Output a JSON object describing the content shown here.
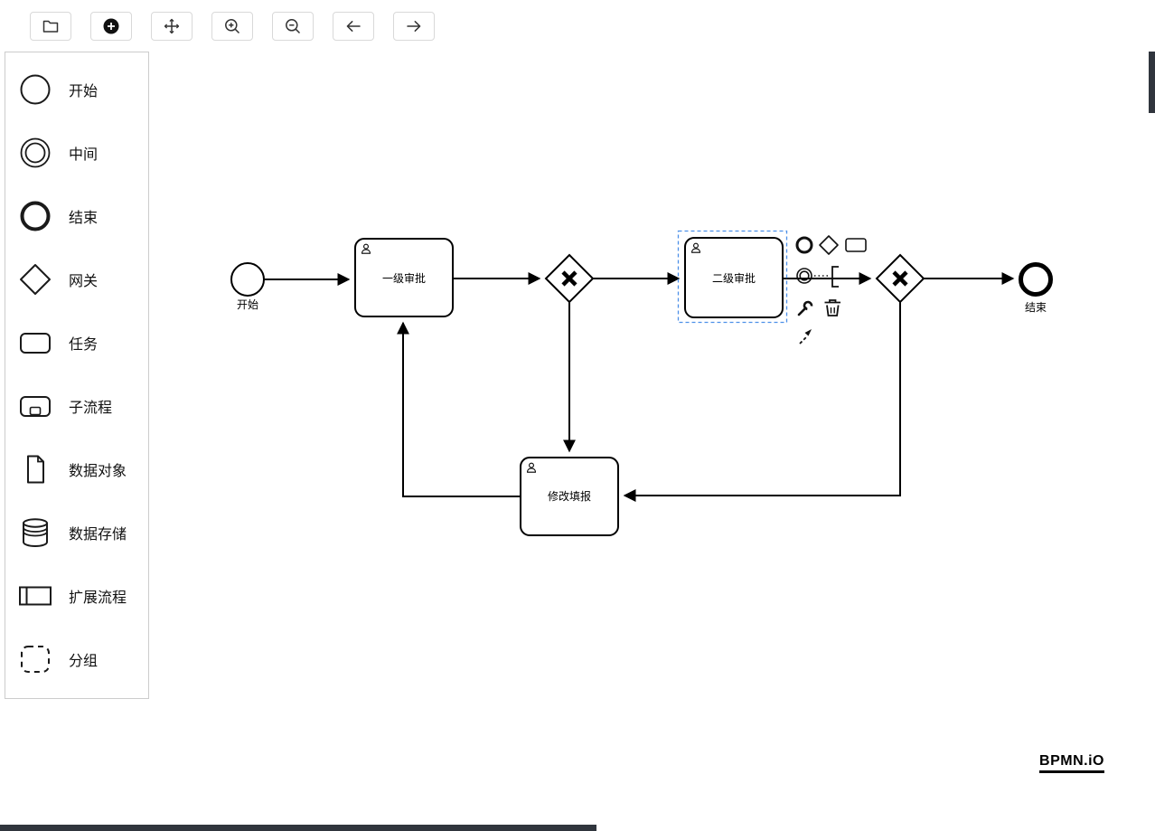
{
  "colors": {
    "stroke": "#000000",
    "selection": "#4d90e8",
    "scrollbar": "#30353d",
    "toolbar_border": "#d9d9d9"
  },
  "toolbar": {
    "buttons": [
      {
        "name": "open-file",
        "icon": "folder-icon"
      },
      {
        "name": "create-new",
        "icon": "plus-circle-icon"
      },
      {
        "name": "move-tool",
        "icon": "move-crosshair-icon"
      },
      {
        "name": "zoom-in",
        "icon": "zoom-in-icon"
      },
      {
        "name": "zoom-out",
        "icon": "zoom-out-icon"
      },
      {
        "name": "undo",
        "icon": "arrow-left-icon"
      },
      {
        "name": "redo",
        "icon": "arrow-right-icon"
      }
    ]
  },
  "palette": {
    "items": [
      {
        "id": "start-event",
        "label": "开始",
        "icon": "start-event-icon"
      },
      {
        "id": "intermediate-event",
        "label": "中间",
        "icon": "intermediate-event-icon"
      },
      {
        "id": "end-event",
        "label": "结束",
        "icon": "end-event-icon"
      },
      {
        "id": "gateway",
        "label": "网关",
        "icon": "gateway-icon"
      },
      {
        "id": "task",
        "label": "任务",
        "icon": "task-icon"
      },
      {
        "id": "subprocess",
        "label": "子流程",
        "icon": "subprocess-icon"
      },
      {
        "id": "data-object",
        "label": "数据对象",
        "icon": "data-object-icon"
      },
      {
        "id": "data-store",
        "label": "数据存储",
        "icon": "data-store-icon"
      },
      {
        "id": "participant",
        "label": "扩展流程",
        "icon": "participant-icon"
      },
      {
        "id": "group",
        "label": "分组",
        "icon": "group-icon"
      }
    ]
  },
  "diagram": {
    "start_event": {
      "label": "开始"
    },
    "task_level1": {
      "label": "一级审批"
    },
    "task_level2": {
      "label": "二级审批"
    },
    "task_modify": {
      "label": "修改填报"
    },
    "end_event": {
      "label": "结束"
    }
  },
  "context_pad": {
    "items": [
      "append-end-event",
      "append-gateway",
      "append-task",
      "append-intermediate-event",
      "append-text-annotation",
      "change-type-wrench",
      "delete-trash",
      "connect-arrow"
    ]
  },
  "watermark": {
    "label": "BPMN.iO"
  }
}
